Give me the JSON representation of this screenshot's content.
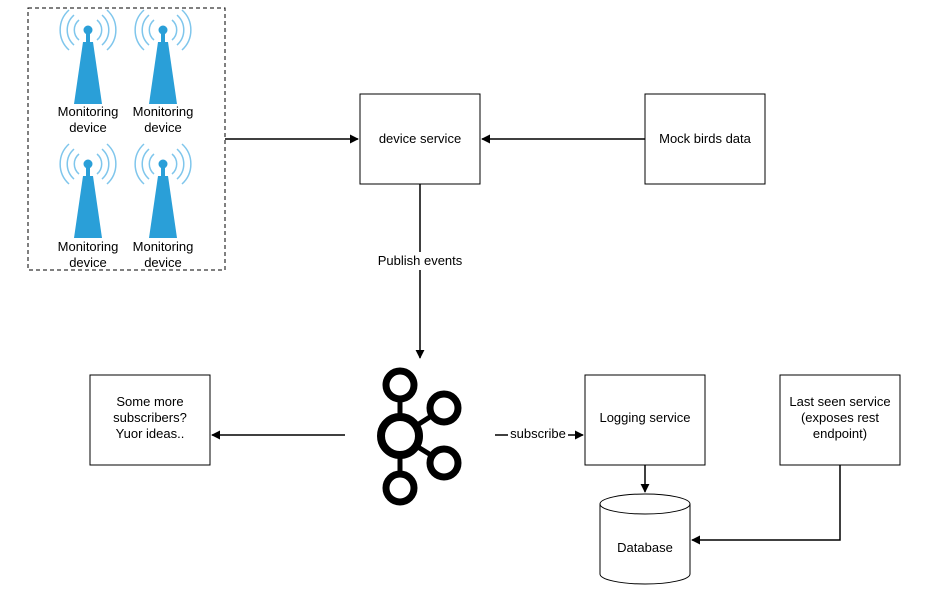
{
  "devices": {
    "label_line1": "Monitoring",
    "label_line2": "device",
    "icon": "antenna-tower-icon",
    "color": "#2a9fd8"
  },
  "nodes": {
    "device_service": "device service",
    "mock_birds_data": "Mock birds data",
    "more_subscribers_line1": "Some more",
    "more_subscribers_line2": "subscribers?",
    "more_subscribers_line3": "Yuor ideas..",
    "logging_service": "Logging service",
    "last_seen_line1": "Last seen service",
    "last_seen_line2": "(exposes rest",
    "last_seen_line3": "endpoint)",
    "database": "Database"
  },
  "edges": {
    "publish_events": "Publish events",
    "subscribe": "subscribe"
  },
  "hub": {
    "icon": "kafka-icon"
  }
}
